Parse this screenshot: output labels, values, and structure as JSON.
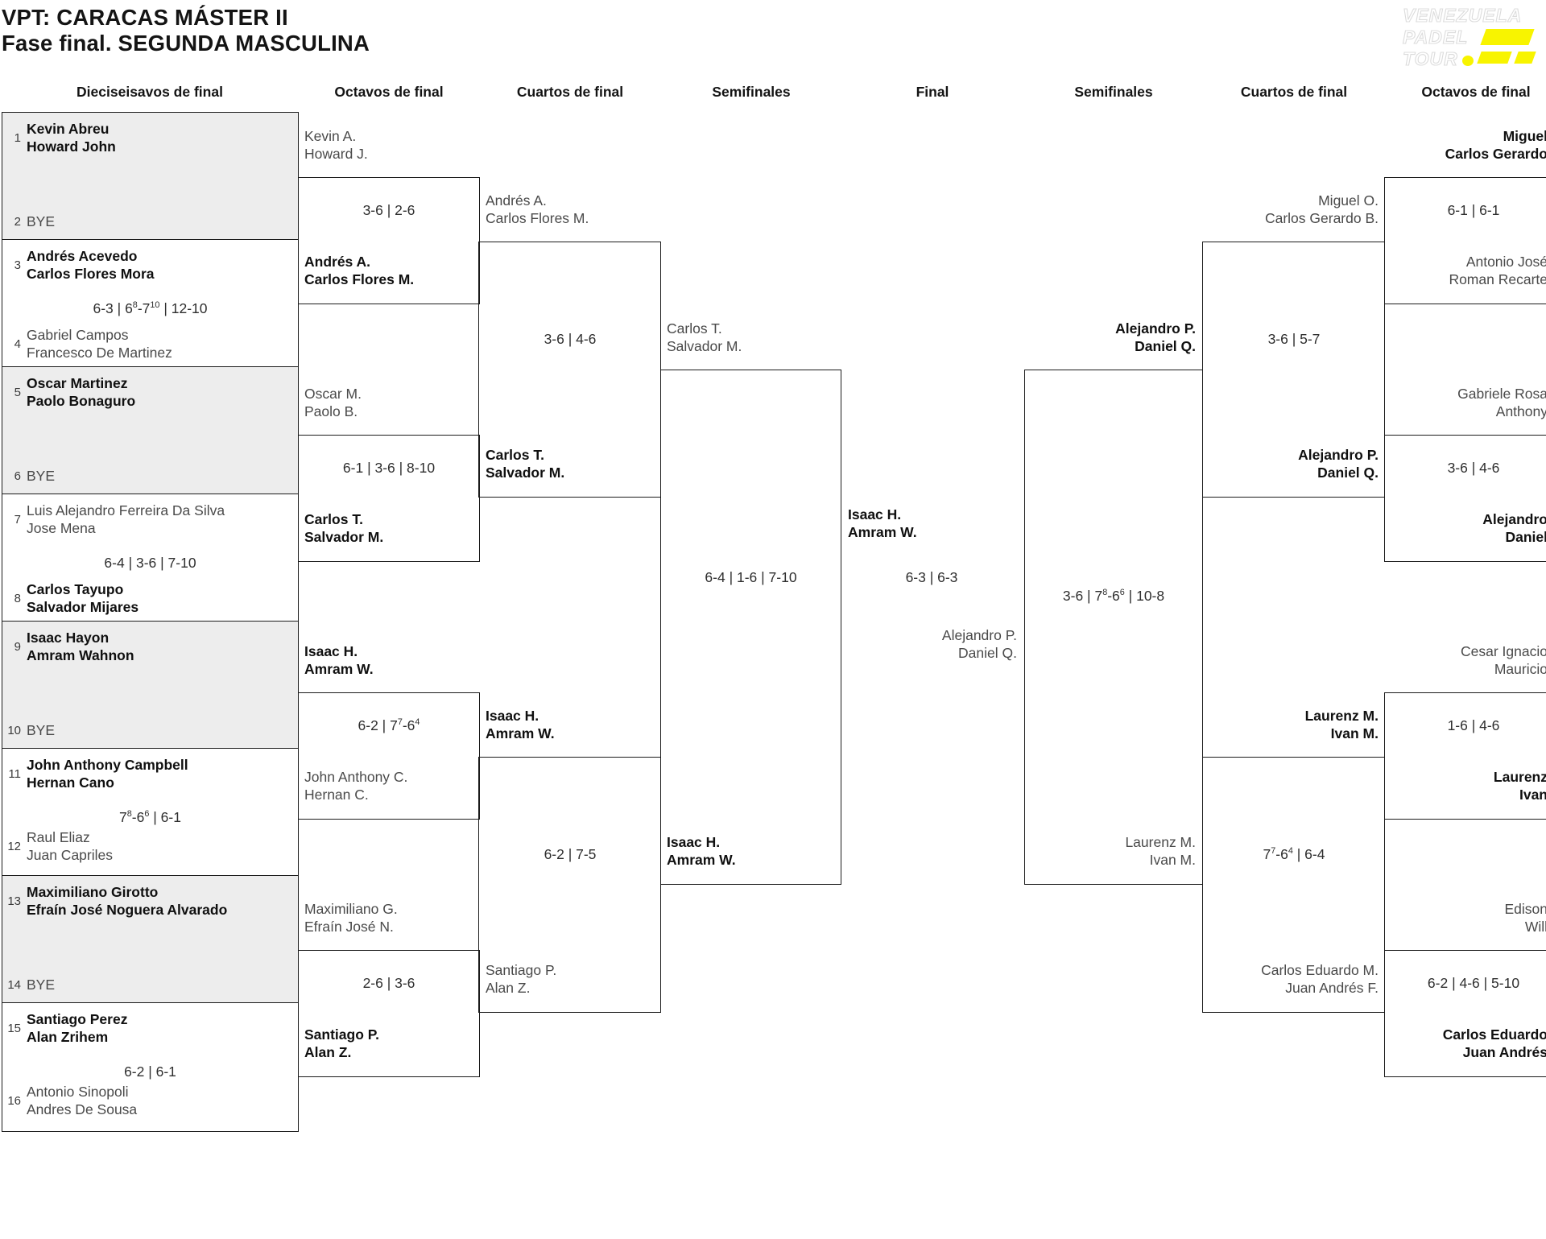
{
  "header": {
    "title_line1": "VPT: CARACAS MÁSTER II",
    "title_line2": "Fase final. SEGUNDA MASCULINA"
  },
  "logo": {
    "line1": "VENEZUELA",
    "line2": "PADEL",
    "line3": "TOUR"
  },
  "colors": {
    "accent_yellow": "#F8F400",
    "block_gray": "#EDEDED",
    "line_dark": "#1B1B1B",
    "winner_text": "#101010",
    "loser_text": "#4A4A4A",
    "score_text": "#2E2E2E"
  },
  "round_headers": [
    "Dieciseisavos de final",
    "Octavos de final",
    "Cuartos de final",
    "Semifinales",
    "Final",
    "Semifinales",
    "Cuartos de final",
    "Octavos de final"
  ],
  "dieciseisavos": {
    "entries": [
      {
        "seed": "1",
        "players": [
          "Kevin Abreu",
          "Howard John"
        ],
        "winner": true
      },
      {
        "seed": "2",
        "players": [
          "BYE"
        ],
        "winner": false
      },
      {
        "seed": "3",
        "players": [
          "Andrés Acevedo",
          "Carlos Flores Mora"
        ],
        "winner": true
      },
      {
        "seed": "4",
        "players": [
          "Gabriel Campos",
          "Francesco De Martinez"
        ],
        "winner": false
      },
      {
        "seed": "5",
        "players": [
          "Oscar Martinez",
          "Paolo Bonaguro"
        ],
        "winner": true
      },
      {
        "seed": "6",
        "players": [
          "BYE"
        ],
        "winner": false
      },
      {
        "seed": "7",
        "players": [
          "Luis Alejandro Ferreira Da Silva",
          "Jose Mena"
        ],
        "winner": false
      },
      {
        "seed": "8",
        "players": [
          "Carlos Tayupo",
          "Salvador Mijares"
        ],
        "winner": true
      },
      {
        "seed": "9",
        "players": [
          "Isaac Hayon",
          "Amram Wahnon"
        ],
        "winner": true
      },
      {
        "seed": "10",
        "players": [
          "BYE"
        ],
        "winner": false
      },
      {
        "seed": "11",
        "players": [
          "John Anthony Campbell",
          "Hernan Cano"
        ],
        "winner": true
      },
      {
        "seed": "12",
        "players": [
          "Raul Eliaz",
          "Juan Capriles"
        ],
        "winner": false
      },
      {
        "seed": "13",
        "players": [
          "Maximiliano Girotto",
          "Efraín José Noguera Alvarado"
        ],
        "winner": true
      },
      {
        "seed": "14",
        "players": [
          "BYE"
        ],
        "winner": false
      },
      {
        "seed": "15",
        "players": [
          "Santiago Perez",
          "Alan Zrihem"
        ],
        "winner": true
      },
      {
        "seed": "16",
        "players": [
          "Antonio Sinopoli",
          "Andres De Sousa"
        ],
        "winner": false
      }
    ],
    "scores": [
      "6-3 | 6^8-7^10 | 12-10",
      "6-4 | 3-6 | 7-10",
      "7^8-6^6 | 6-1",
      "6-2 | 6-1"
    ]
  },
  "octavos_left": [
    {
      "top": {
        "players": [
          "Kevin A.",
          "Howard J."
        ],
        "winner": false
      },
      "bottom": {
        "players": [
          "Andrés A.",
          "Carlos Flores M."
        ],
        "winner": true
      },
      "score": "3-6 | 2-6"
    },
    {
      "top": {
        "players": [
          "Oscar M.",
          "Paolo B."
        ],
        "winner": false
      },
      "bottom": {
        "players": [
          "Carlos T.",
          "Salvador M."
        ],
        "winner": true
      },
      "score": "6-1 | 3-6 | 8-10"
    },
    {
      "top": {
        "players": [
          "Isaac H.",
          "Amram W."
        ],
        "winner": true
      },
      "bottom": {
        "players": [
          "John Anthony C.",
          "Hernan C."
        ],
        "winner": false
      },
      "score": "6-2 | 7^7-6^4"
    },
    {
      "top": {
        "players": [
          "Maximiliano G.",
          "Efraín José N."
        ],
        "winner": false
      },
      "bottom": {
        "players": [
          "Santiago P.",
          "Alan Z."
        ],
        "winner": true
      },
      "score": "2-6 | 3-6"
    }
  ],
  "cuartos_left": [
    {
      "top": {
        "players": [
          "Andrés A.",
          "Carlos Flores M."
        ],
        "winner": false
      },
      "bottom": {
        "players": [
          "Carlos T.",
          "Salvador M."
        ],
        "winner": true
      },
      "score": "3-6 | 4-6"
    },
    {
      "top": {
        "players": [
          "Isaac H.",
          "Amram W."
        ],
        "winner": true
      },
      "bottom": {
        "players": [
          "Santiago P.",
          "Alan Z."
        ],
        "winner": false
      },
      "score": "6-2 | 7-5"
    }
  ],
  "semifinal_left": {
    "top": {
      "players": [
        "Carlos T.",
        "Salvador M."
      ],
      "winner": false
    },
    "bottom": {
      "players": [
        "Isaac H.",
        "Amram W."
      ],
      "winner": true
    },
    "score": "6-4 | 1-6 | 7-10"
  },
  "final": {
    "left": {
      "players": [
        "Isaac H.",
        "Amram W."
      ],
      "winner": true
    },
    "right": {
      "players": [
        "Alejandro P.",
        "Daniel Q."
      ],
      "winner": false
    },
    "score": "6-3 | 6-3"
  },
  "semifinal_right": {
    "top": {
      "players": [
        "Alejandro P.",
        "Daniel Q."
      ],
      "winner": true
    },
    "bottom": {
      "players": [
        "Laurenz M.",
        "Ivan M."
      ],
      "winner": false
    },
    "score": "3-6 | 7^8-6^6 | 10-8"
  },
  "cuartos_right": [
    {
      "top": {
        "players": [
          "Miguel O.",
          "Carlos Gerardo B."
        ],
        "winner": false
      },
      "bottom": {
        "players": [
          "Alejandro P.",
          "Daniel Q."
        ],
        "winner": true
      },
      "score": "3-6 | 5-7"
    },
    {
      "top": {
        "players": [
          "Laurenz M.",
          "Ivan M."
        ],
        "winner": true
      },
      "bottom": {
        "players": [
          "Carlos Eduardo M.",
          "Juan Andrés F."
        ],
        "winner": false
      },
      "score": "7^7-6^4 | 6-4"
    }
  ],
  "octavos_right": [
    {
      "top": {
        "players": [
          "Miguel",
          "Carlos Gerardo"
        ],
        "winner": true
      },
      "bottom": {
        "players": [
          "Antonio José",
          "Roman Recarte"
        ],
        "winner": false
      },
      "score": "6-1 | 6-1"
    },
    {
      "top": {
        "players": [
          "Gabriele Rosa",
          "Anthony"
        ],
        "winner": false
      },
      "bottom": {
        "players": [
          "Alejandro",
          "Daniel"
        ],
        "winner": true
      },
      "score": "3-6 | 4-6"
    },
    {
      "top": {
        "players": [
          "Cesar Ignacio",
          "Mauricio"
        ],
        "winner": false
      },
      "bottom": {
        "players": [
          "Laurenz",
          "Ivan"
        ],
        "winner": true
      },
      "score": "1-6 | 4-6"
    },
    {
      "top": {
        "players": [
          "Edison",
          "Will"
        ],
        "winner": false
      },
      "bottom": {
        "players": [
          "Carlos Eduardo",
          "Juan Andrés"
        ],
        "winner": true
      },
      "score": "6-2 | 4-6 | 5-10"
    }
  ]
}
